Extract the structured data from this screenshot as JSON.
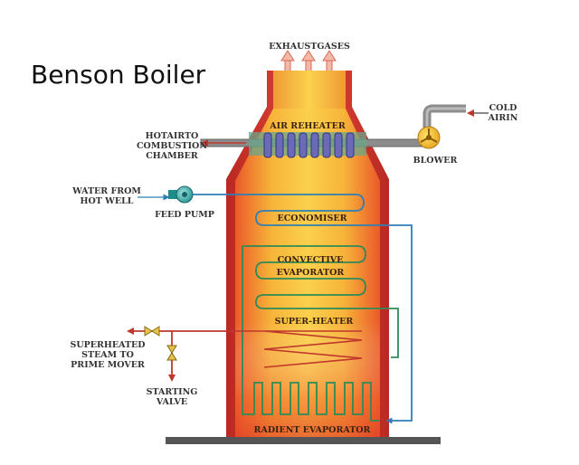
{
  "title": "Benson Boiler",
  "labels": {
    "exhaust": "EXHAUSTGASES",
    "air_reheater": "AIR REHEATER",
    "hot_air_1": "HOTAIRTO",
    "hot_air_2": "COMBUSTION",
    "hot_air_3": "CHAMBER",
    "cold_air_1": "COLD",
    "cold_air_2": "AIRIN",
    "blower": "BLOWER",
    "water_1": "WATER FROM",
    "water_2": "HOT WELL",
    "feed_pump": "FEED PUMP",
    "economiser": "ECONOMISER",
    "convective_1": "CONVECTIVE",
    "convective_2": "EVAPORATOR",
    "super_heater": "SUPER-HEATER",
    "steam_1": "SUPERHEATED",
    "steam_2": "STEAM  TO",
    "steam_3": "PRIME MOVER",
    "starting_1": "STARTING",
    "starting_2": "VALVE",
    "radiant": "RADIENT  EVAPORATOR"
  },
  "colors": {
    "furnace_wall": "#d8332a",
    "furnace_core": "#f6b53c",
    "furnace_hot": "#e8622c",
    "water_line": "#2f7fb5",
    "steam_line": "#2e8b57",
    "superheated_line": "#c0362c",
    "base": "#555555"
  }
}
